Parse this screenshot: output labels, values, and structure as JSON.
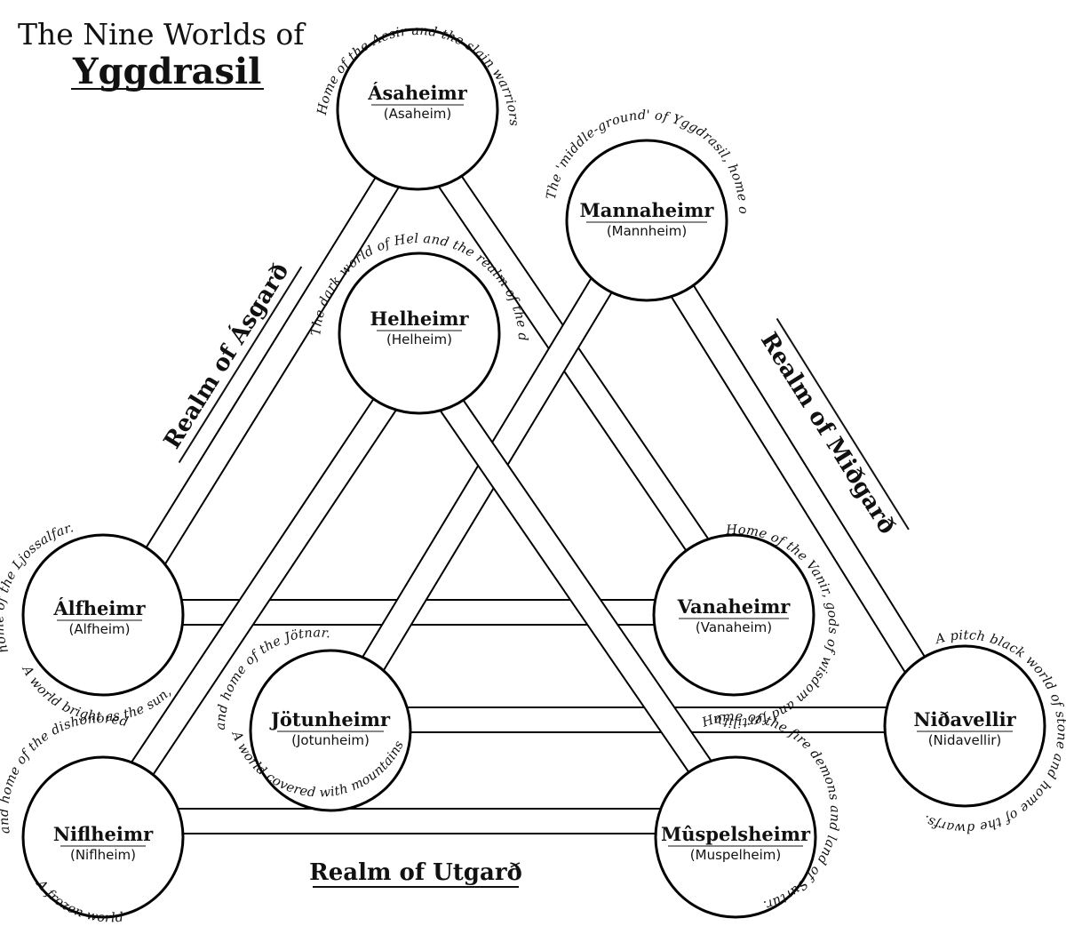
{
  "title": {
    "line1": "The Nine Worlds of",
    "line2": "Yggdrasil"
  },
  "realms": {
    "asgard": "Realm of Ásgarð",
    "midgard": "Realm of Miðgarð",
    "utgard": "Realm of Utgarð"
  },
  "worlds": {
    "asaheimr": {
      "name": "Ásaheimr",
      "alt": "(Asaheim)",
      "desc": "Home of the Aesir and the slain warriors in Valhalla."
    },
    "mannaheimr": {
      "name": "Mannaheimr",
      "alt": "(Mannheim)",
      "desc": "The 'middle-ground' of Yggdrasil, home of mankind."
    },
    "helheimr": {
      "name": "Helheimr",
      "alt": "(Helheim)",
      "desc": "The dark world of Hel and the realm of the dead."
    },
    "alfheimr": {
      "name": "Álfheimr",
      "alt": "(Alfheim)",
      "desc_top": "home of the Ljossalfar.",
      "desc_bottom": "A world bright as the sun,"
    },
    "vanaheimr": {
      "name": "Vanaheimr",
      "alt": "(Vanaheim)",
      "desc": "Home of the Vanir, gods of wisdom and fertility."
    },
    "jotunheimr": {
      "name": "Jötunheimr",
      "alt": "(Jotunheim)",
      "desc_top": "and home of the Jötnar.",
      "desc_bottom": "A world covered with mountains"
    },
    "nidavellir": {
      "name": "Niðavellir",
      "alt": "(Nidavellir)",
      "desc": "A pitch black world of stone and home of the dwarfs."
    },
    "niflheimr": {
      "name": "Niflheimr",
      "alt": "(Niflheim)",
      "desc_top": "and home of the dishonored dead.",
      "desc_bottom": "A frozen world"
    },
    "muspelsheimr": {
      "name": "Mûspelsheimr",
      "alt": "(Muspelheim)",
      "desc": "Home of the fire demons and land of Surtur."
    }
  }
}
